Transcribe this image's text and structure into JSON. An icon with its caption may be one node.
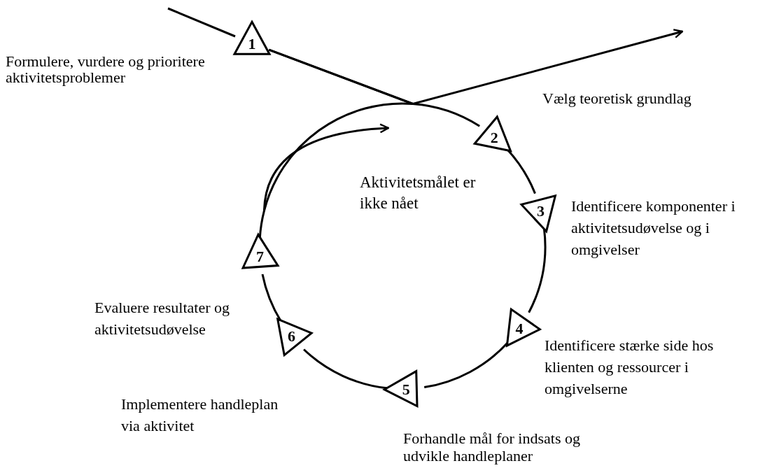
{
  "diagram": {
    "nodes": [
      {
        "text": [
          "1"
        ],
        "beside": [
          "Formulere, vurdere og prioritere aktivitetsproblemer"
        ]
      },
      {
        "text": [
          "2"
        ],
        "beside": [
          "Vælg teoretisk grundlag"
        ]
      },
      {
        "text": [
          "3"
        ],
        "beside": [
          "Identificere komponenter i aktivitetsudøvelse og i omgivelser"
        ]
      },
      {
        "text": [
          "4"
        ],
        "beside": [
          "Identificere stærke side hos klienten og ressourcer i omgivelserne"
        ]
      },
      {
        "text": [
          "5"
        ],
        "beside": [
          "Forhandle mål for indsats og udvikle handleplaner"
        ]
      },
      {
        "text": [
          "6"
        ],
        "beside": [
          "Implementere handleplan via aktivitet"
        ]
      },
      {
        "text": [
          "7"
        ],
        "beside": [
          "Evaluere resultater og aktivitetsudøvelse"
        ]
      }
    ],
    "edges": [
      {
        "from": null,
        "to": 0,
        "arrow": "none"
      },
      {
        "from": 0,
        "to": 1,
        "arrow": "none"
      },
      {
        "from": 1,
        "to": 2,
        "arrow": "none"
      },
      {
        "from": 2,
        "to": 3,
        "arrow": "none"
      },
      {
        "from": 3,
        "to": 4,
        "arrow": "none"
      },
      {
        "from": 4,
        "to": 5,
        "arrow": "none"
      },
      {
        "from": 5,
        "to": 6,
        "arrow": "none"
      },
      {
        "from": 6,
        "to": null,
        "arrow": "to"
      },
      {
        "from": 0,
        "to": null,
        "arrow": "to"
      }
    ],
    "labels": [
      "Aktivitetsmålet er ikke nået"
    ]
  }
}
